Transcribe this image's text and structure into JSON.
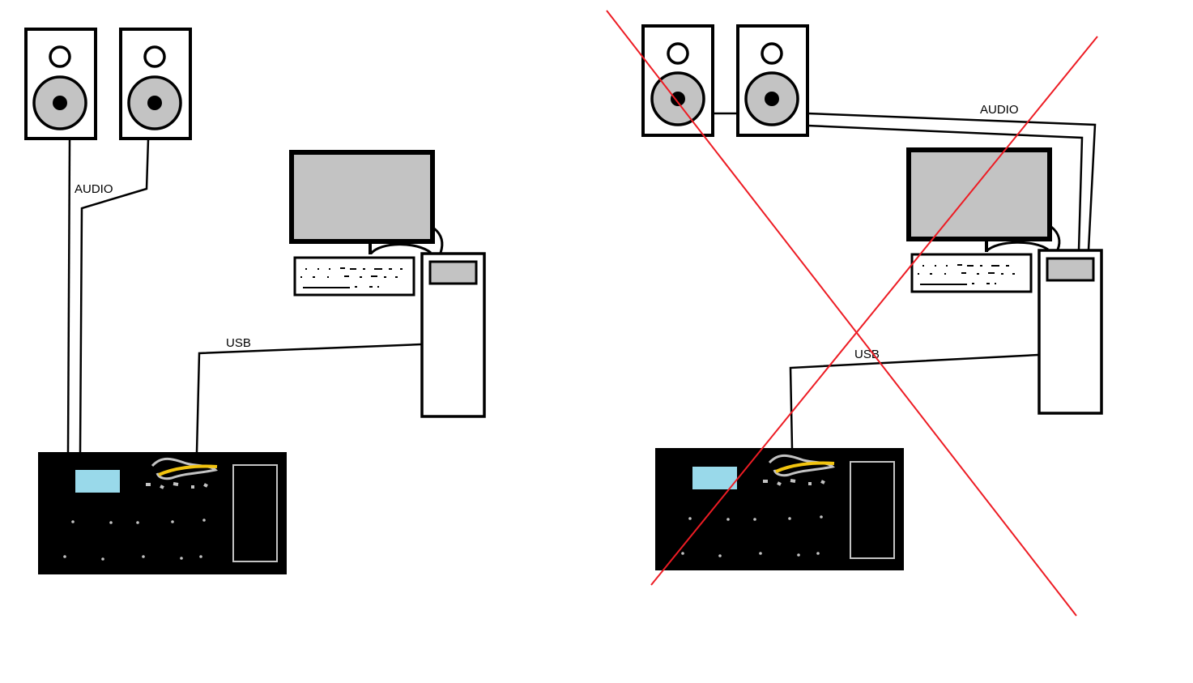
{
  "left": {
    "audio_label": "AUDIO",
    "usb_label": "USB"
  },
  "right": {
    "audio_label": "AUDIO",
    "usb_label": "USB",
    "crossed_out": true
  },
  "colors": {
    "background": "#ffffff",
    "outline": "#000000",
    "speaker_cone": "#c3c3c3",
    "monitor_screen": "#c3c3c3",
    "controller_body": "#000000",
    "controller_display": "#99d9ea",
    "controller_logo": "#f2c40f",
    "cross": "#ed1c24"
  },
  "icons": {
    "speaker": "speaker-icon",
    "monitor": "monitor-icon",
    "keyboard": "keyboard-icon",
    "computer_tower": "computer-tower-icon",
    "dj_controller": "dj-controller-icon"
  }
}
